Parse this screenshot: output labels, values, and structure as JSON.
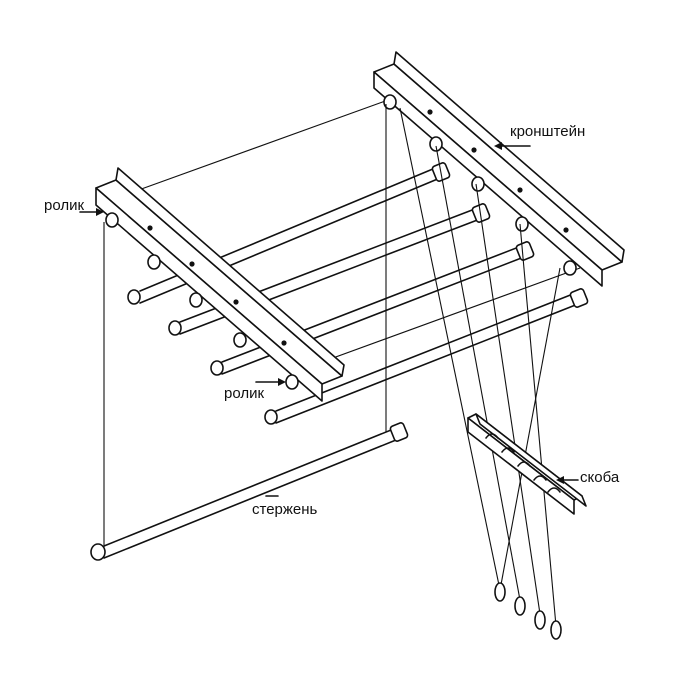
{
  "labels": {
    "bracket": "кронштейн",
    "roller_left": "ролик",
    "roller_bottom": "ролик",
    "clip": "скоба",
    "rod": "стержень"
  }
}
